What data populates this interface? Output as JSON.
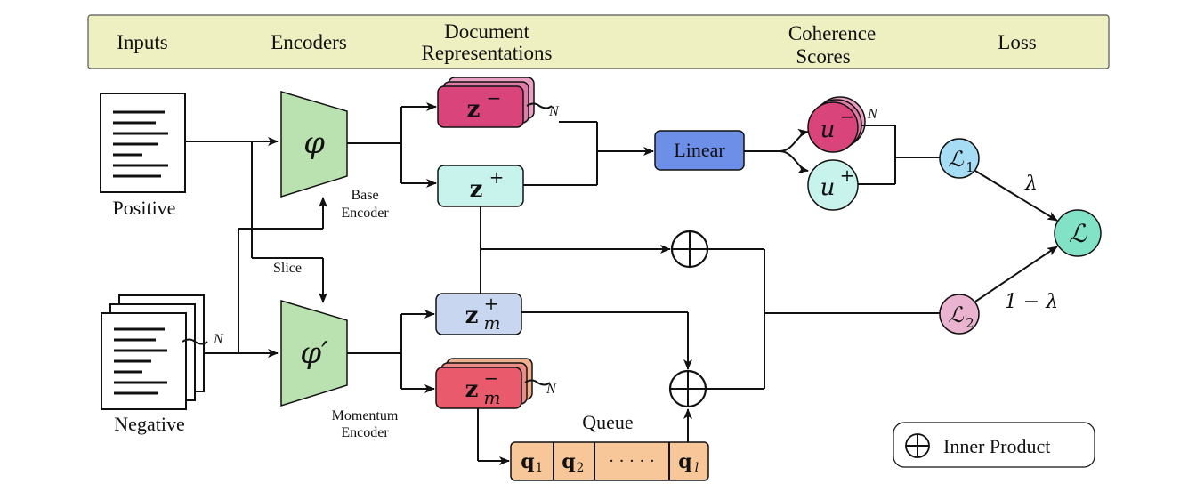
{
  "header": {
    "inputs": "Inputs",
    "encoders": "Encoders",
    "doc_rep_line1": "Document",
    "doc_rep_line2": "Representations",
    "coherence_line1": "Coherence",
    "coherence_line2": "Scores",
    "loss": "Loss"
  },
  "inputs": {
    "positive": "Positive",
    "negative": "Negative",
    "n": "N"
  },
  "encoders": {
    "base_phi": "φ",
    "momentum_phi": "φ′",
    "base_label_1": "Base",
    "base_label_2": "Encoder",
    "momentum_label_1": "Momentum",
    "momentum_label_2": "Encoder",
    "slice": "Slice"
  },
  "representations": {
    "z_neg": "z",
    "z_neg_sup": "−",
    "z_pos": "z",
    "z_pos_sup": "+",
    "zm_pos": "z",
    "zm_pos_sup": "+",
    "zm_pos_sub": "m",
    "zm_neg": "z",
    "zm_neg_sup": "−",
    "zm_neg_sub": "m",
    "n": "N"
  },
  "linear": "Linear",
  "scores": {
    "u_neg": "u",
    "u_neg_sup": "−",
    "u_pos": "u",
    "u_pos_sup": "+",
    "n": "N"
  },
  "loss": {
    "l1": "ℒ",
    "l1_sub": "1",
    "l2": "ℒ",
    "l2_sub": "2",
    "l": "ℒ",
    "lambda": "λ",
    "one_minus_lambda": "1 − λ"
  },
  "queue": {
    "title": "Queue",
    "q1": "q",
    "q1_sub": "1",
    "q2": "q",
    "q2_sub": "2",
    "dots": "· · · · ·",
    "ql": "q",
    "ql_sub": "l"
  },
  "legend": {
    "label": "Inner Product"
  },
  "colors": {
    "header_bg": "#eef0c2",
    "encoder": "#b9e2b0",
    "z_neg": "#d9447a",
    "z_pos": "#c8f2ec",
    "zm_pos": "#c9d6ef",
    "zm_neg": "#e95a6c",
    "linear": "#6d8fe8",
    "u_neg": "#d9447a",
    "u_pos": "#c8f2ec",
    "l1": "#a7dcf5",
    "l2": "#eab4d0",
    "l": "#82e2c5",
    "queue": "#f7c799"
  }
}
